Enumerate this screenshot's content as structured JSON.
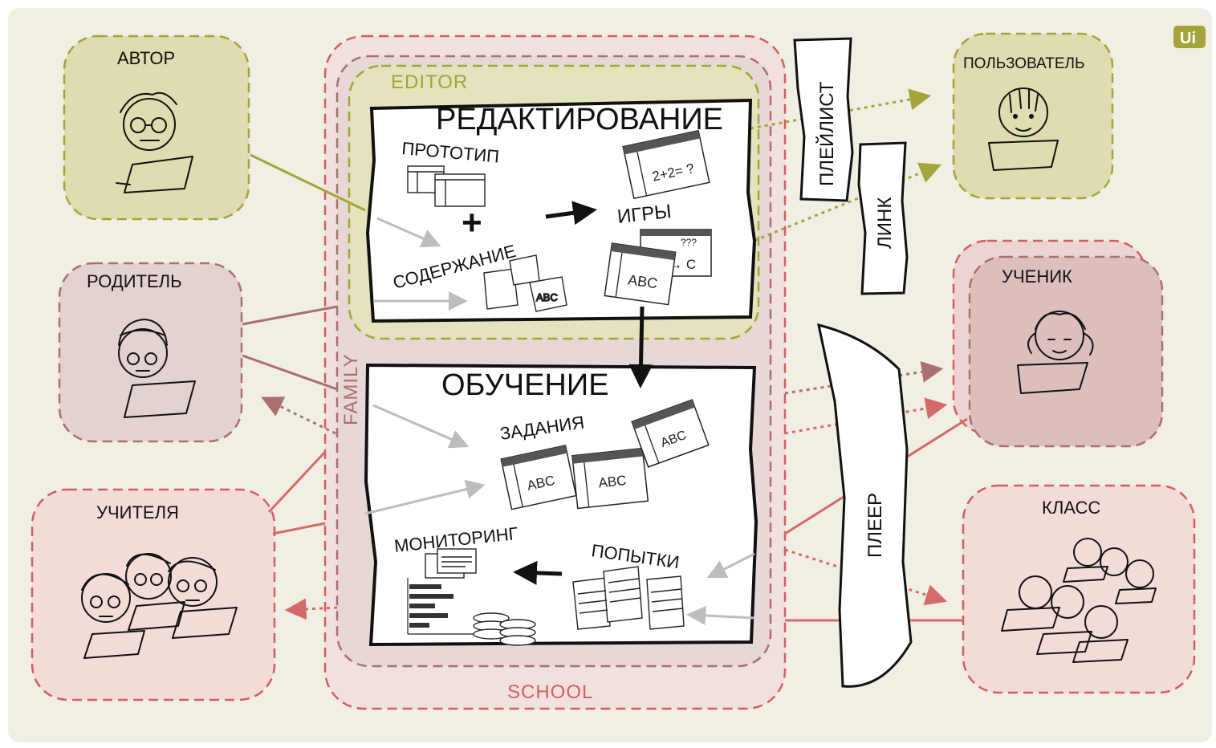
{
  "logo": "Ui",
  "zones": {
    "editor": "EDITOR",
    "family": "FAMILY",
    "school": "SCHOOL"
  },
  "panels": {
    "editing": {
      "title": "РЕДАКТИРОВАНИЕ",
      "prototype": "ПРОТОТИП",
      "plus": "+",
      "content": "СОДЕРЖАНИЕ",
      "games": "ИГРЫ"
    },
    "learning": {
      "title": "ОБУЧЕНИЕ",
      "tasks": "ЗАДАНИЯ",
      "monitoring": "МОНИТОРИНГ",
      "attempts": "ПОПЫТКИ"
    }
  },
  "actors": {
    "author": "АВТОР",
    "parent": "РОДИТЕЛЬ",
    "teachers": "УЧИТЕЛЯ",
    "user": "ПОЛЬЗОВАТЕЛЬ",
    "student": "УЧЕНИК",
    "class": "КЛАСС"
  },
  "channels": {
    "playlist": "ПЛЕЙЛИСТ",
    "link": "ЛИНК",
    "player": "ПЛЕЕР"
  },
  "card_texts": {
    "math": "2+2= ?",
    "abc": "ABC",
    "ac": "A → C",
    "qqq": "???"
  },
  "colors": {
    "background": "#f1efe4",
    "author_zone": "#a3a53a",
    "editor_fill": "#e4e3bd",
    "family_zone": "#a9706f",
    "school_zone": "#d15f5f",
    "parent_fill": "#e3d2cf",
    "teacher_fill": "#f3dcd8",
    "student_fill": "#dcbfbd"
  },
  "icons": [
    "teacher-face-icon",
    "child-face-icon",
    "laptop-icon",
    "window-icon",
    "stack-icon",
    "coin-stack-icon",
    "bar-chart-icon"
  ]
}
